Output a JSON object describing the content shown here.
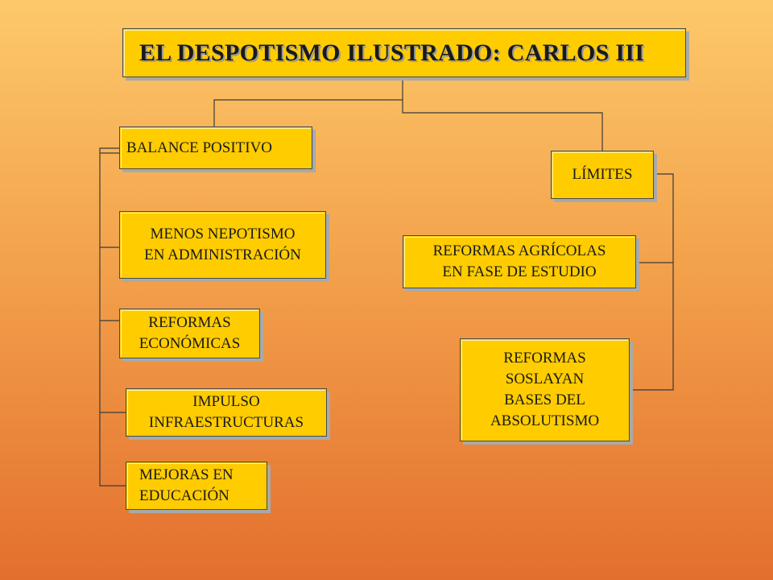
{
  "title": "EL DESPOTISMO ILUSTRADO: CARLOS III",
  "branches": {
    "positive": {
      "label": "BALANCE POSITIVO",
      "items": [
        "MENOS NEPOTISMO\nEN ADMINISTRACIÓN",
        "REFORMAS\nECONÓMICAS",
        "IMPULSO\nINFRAESTRUCTURAS",
        "MEJORAS  EN\nEDUCACIÓN"
      ]
    },
    "limits": {
      "label": "LÍMITES",
      "items": [
        "REFORMAS AGRÍCOLAS\nEN FASE DE ESTUDIO",
        "REFORMAS\nSOSLAYAN\nBASES DEL\nABSOLUTISMO"
      ]
    }
  },
  "colors": {
    "box_fill": "#ffcc00",
    "line": "#3a3a3a",
    "background_top": "#fdc96a",
    "background_bottom": "#e36f2e"
  }
}
